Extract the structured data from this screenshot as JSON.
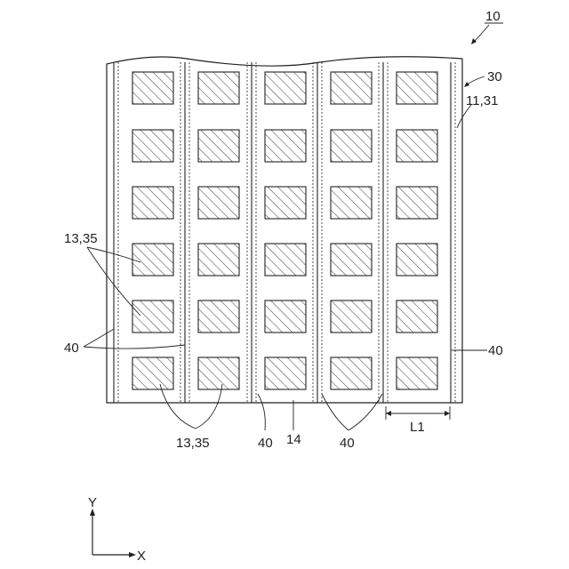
{
  "labels": {
    "ref_10": "10",
    "ref_30": "30",
    "ref_11_31": "11,31",
    "ref_13_35_left": "13,35",
    "ref_40_left": "40",
    "ref_40_right": "40",
    "ref_13_35_bottom": "13,35",
    "ref_40_bottom_a": "40",
    "ref_14": "14",
    "ref_40_bottom_b": "40",
    "ref_L1": "L1",
    "axis_y": "Y",
    "axis_x": "X"
  },
  "grid": {
    "columns": 5,
    "rows": 6
  }
}
